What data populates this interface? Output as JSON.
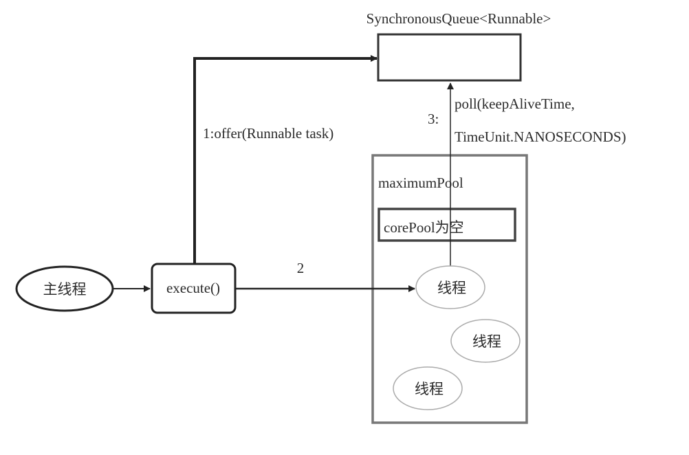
{
  "diagram": {
    "queue": {
      "title": "SynchronousQueue<Runnable>"
    },
    "main_thread": {
      "label": "主线程"
    },
    "execute": {
      "label": "execute()"
    },
    "edges": {
      "offer": {
        "label": "1:offer(Runnable task)"
      },
      "dispatch": {
        "label": "2"
      },
      "poll": {
        "step": "3:",
        "line1": "poll(keepAliveTime,",
        "line2": "TimeUnit.NANOSECONDS)"
      },
      "main_to_execute": {
        "label": ""
      }
    },
    "maximum_pool": {
      "label": "maximumPool"
    },
    "core_pool": {
      "label": "corePool为空"
    },
    "threads": [
      {
        "label": "线程"
      },
      {
        "label": "线程"
      },
      {
        "label": "线程"
      }
    ],
    "colors": {
      "line": "#222222",
      "pool_border": "#777777",
      "thread_border": "#aaaaaa",
      "text": "#2b2b2b"
    }
  }
}
